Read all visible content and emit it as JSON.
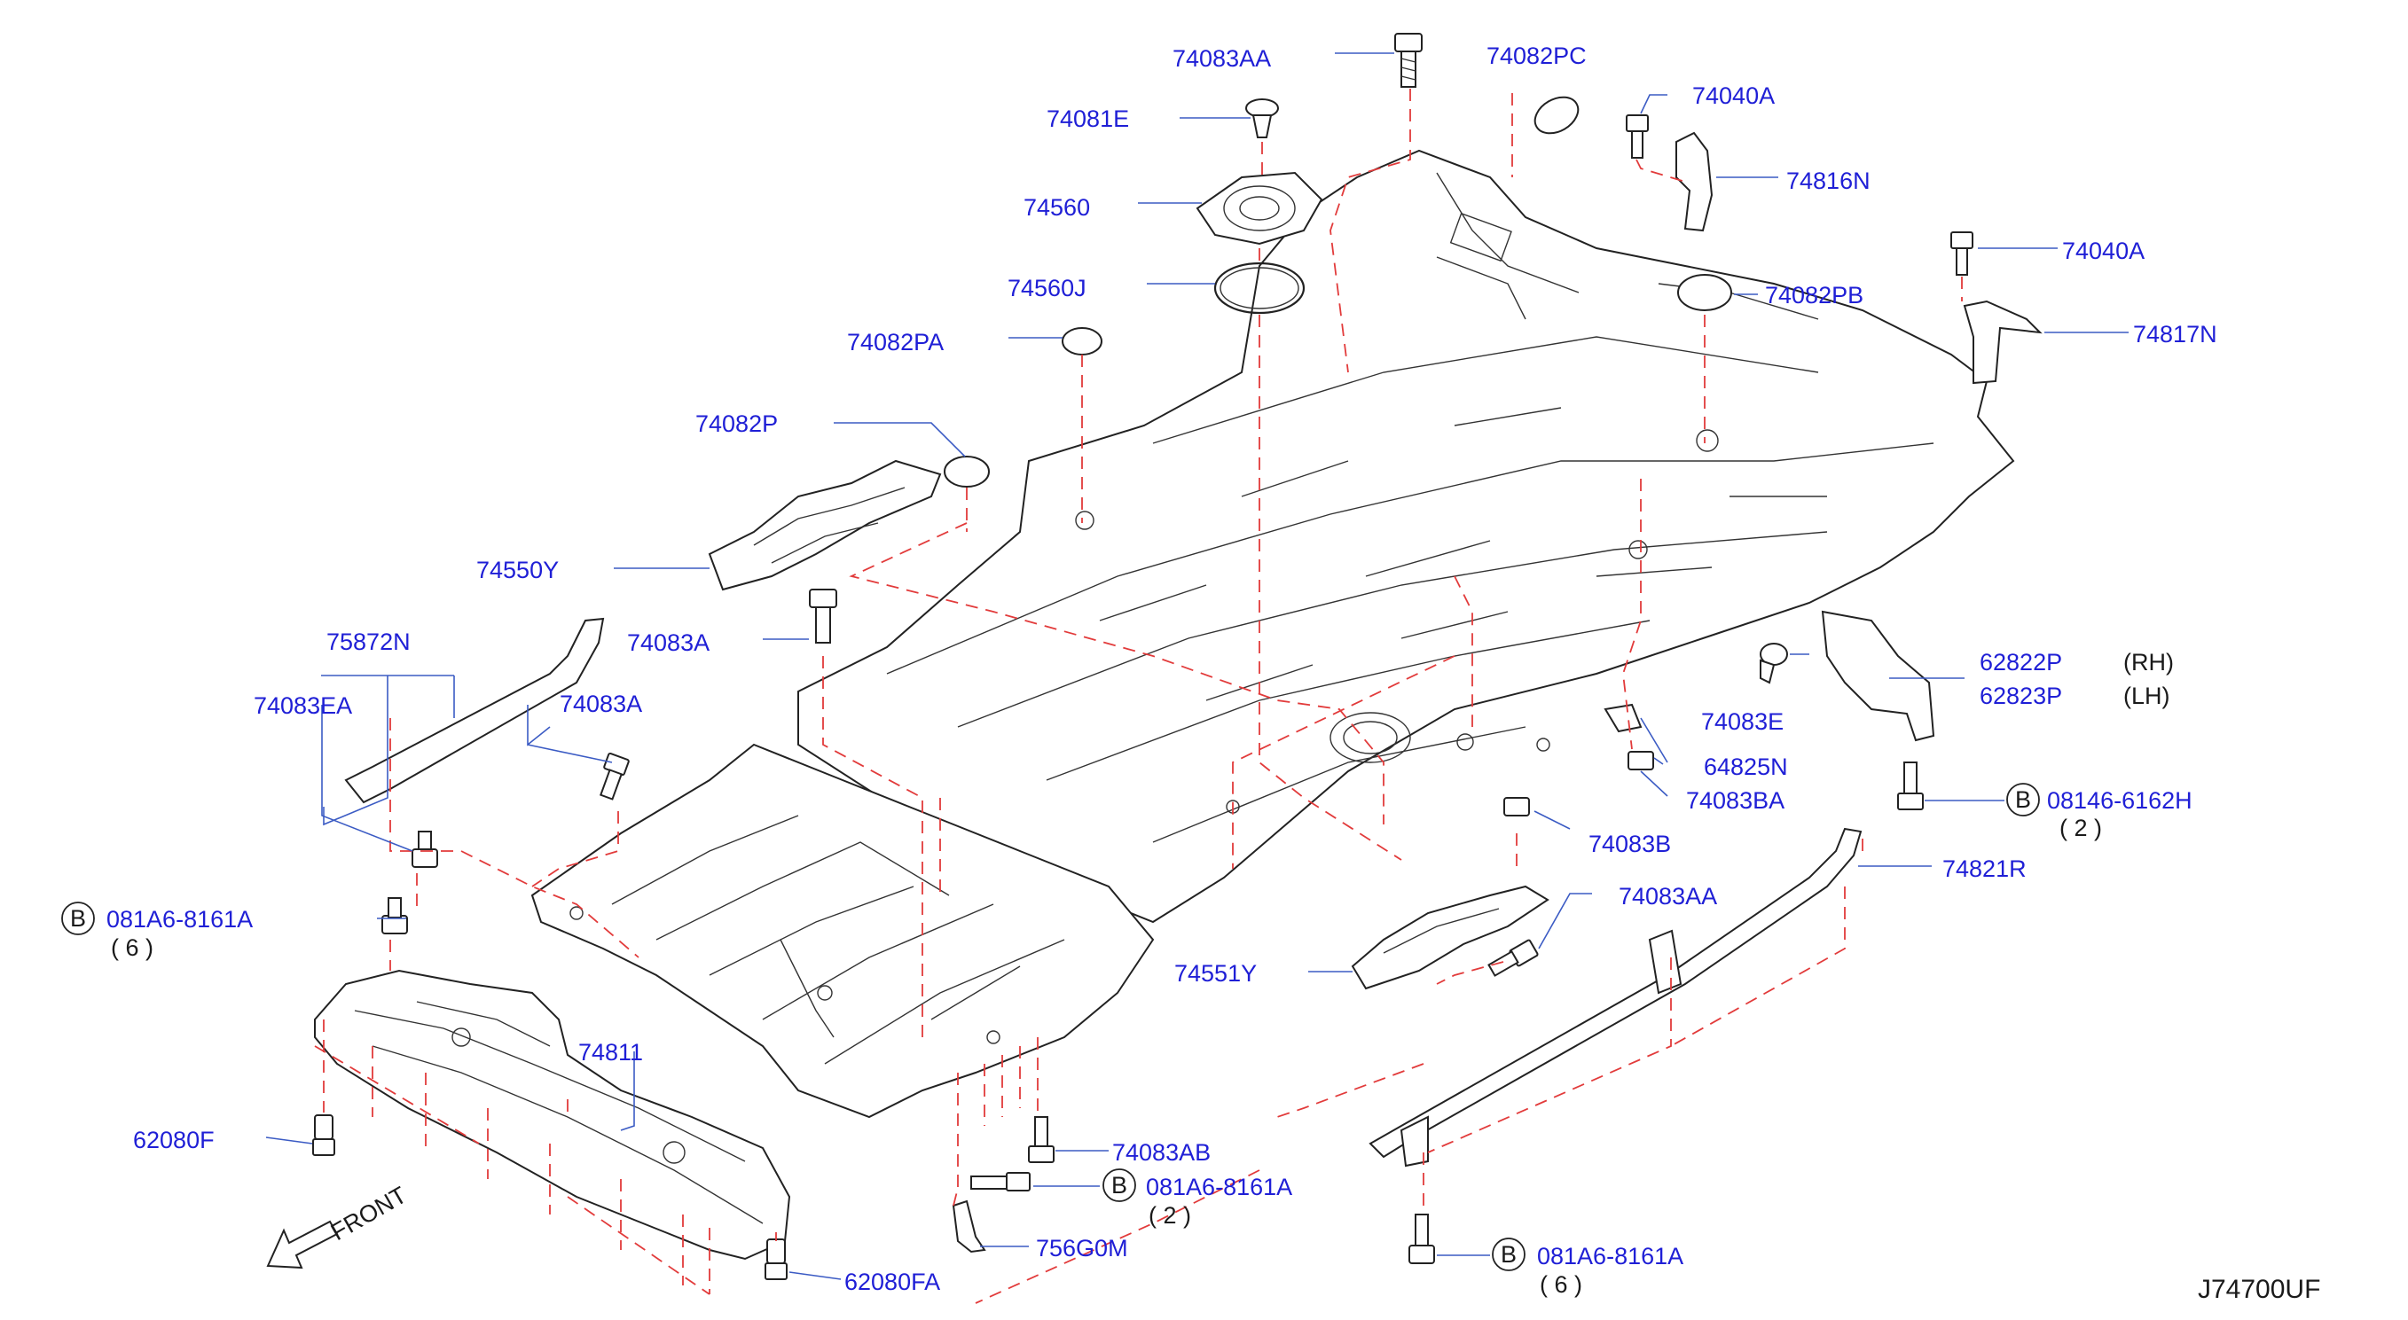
{
  "drawing_code": "J74700UF",
  "front_label": "FRONT",
  "bolt_symbol": "B",
  "labels": {
    "p74083AA_top": "74083AA",
    "p74082PC": "74082PC",
    "p74081E": "74081E",
    "p74040A_1": "74040A",
    "p74816N": "74816N",
    "p74560": "74560",
    "p74040A_2": "74040A",
    "p74560J": "74560J",
    "p74082PB": "74082PB",
    "p74817N": "74817N",
    "p74082PA": "74082PA",
    "p74082P": "74082P",
    "p74550Y": "74550Y",
    "p75872N": "75872N",
    "p74083A_1": "74083A",
    "p74083EA": "74083EA",
    "p74083A_2": "74083A",
    "p62822P": "62822P",
    "p62822P_side": "(RH)",
    "p62823P": "62823P",
    "p62823P_side": "(LH)",
    "p74083E": "74083E",
    "p64825N": "64825N",
    "p74083BA": "74083BA",
    "p08146": "08146-6162H",
    "p08146_qty": "( 2 )",
    "p74083B": "74083B",
    "p74821R": "74821R",
    "p081A6_left": "081A6-8161A",
    "p081A6_left_qty": "( 6 )",
    "p74083AA_mid": "74083AA",
    "p74551Y": "74551Y",
    "p74811": "74811",
    "p62080F": "62080F",
    "p74083AB": "74083AB",
    "p081A6_mid": "081A6-8161A",
    "p081A6_mid_qty": "( 2 )",
    "p756G0M": "756G0M",
    "p62080FA": "62080FA",
    "p081A6_right": "081A6-8161A",
    "p081A6_right_qty": "( 6 )"
  }
}
